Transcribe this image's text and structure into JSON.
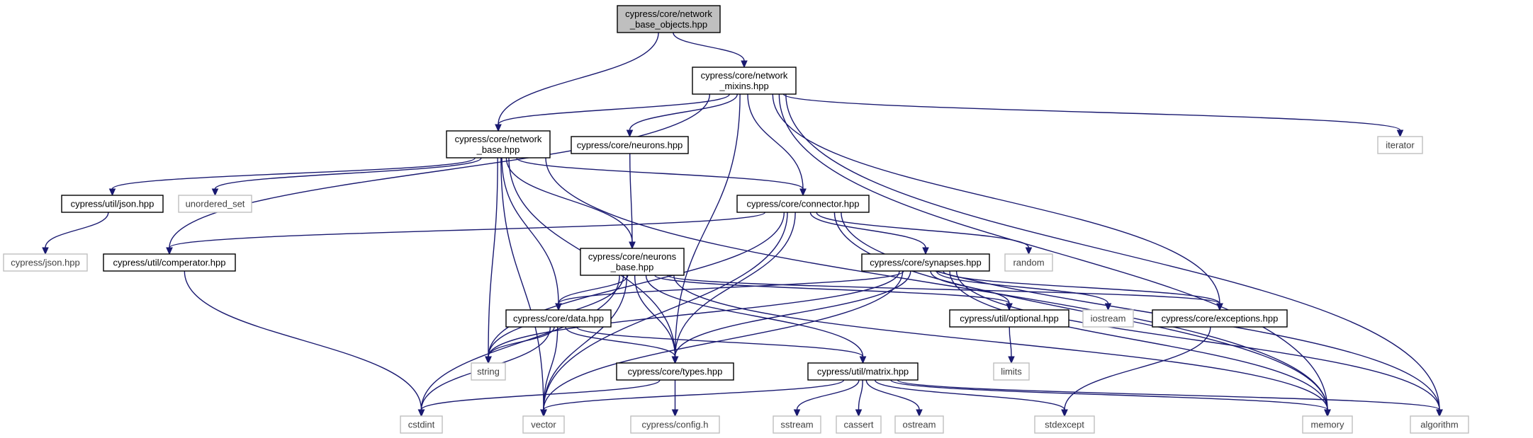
{
  "colors": {
    "edge": "#191970",
    "node_border": "#000000",
    "node_fill": "#ffffff",
    "root_fill": "#bfbfbf",
    "external_border": "#bfbfbf",
    "external_text": "#404040",
    "text": "#000000"
  },
  "nodes": [
    {
      "id": "root",
      "lines": [
        "cypress/core/network",
        "_base_objects.hpp"
      ],
      "kind": "root"
    },
    {
      "id": "mixins",
      "lines": [
        "cypress/core/network",
        "_mixins.hpp"
      ],
      "kind": "internal"
    },
    {
      "id": "netbase",
      "lines": [
        "cypress/core/network",
        "_base.hpp"
      ],
      "kind": "internal"
    },
    {
      "id": "neurons",
      "lines": [
        "cypress/core/neurons.hpp"
      ],
      "kind": "internal"
    },
    {
      "id": "iterator",
      "lines": [
        "iterator"
      ],
      "kind": "external"
    },
    {
      "id": "json",
      "lines": [
        "cypress/util/json.hpp"
      ],
      "kind": "internal"
    },
    {
      "id": "unordered_set",
      "lines": [
        "unordered_set"
      ],
      "kind": "external"
    },
    {
      "id": "connector",
      "lines": [
        "cypress/core/connector.hpp"
      ],
      "kind": "internal"
    },
    {
      "id": "cypress_json",
      "lines": [
        "cypress/json.hpp"
      ],
      "kind": "external"
    },
    {
      "id": "comperator",
      "lines": [
        "cypress/util/comperator.hpp"
      ],
      "kind": "internal"
    },
    {
      "id": "neurons_base",
      "lines": [
        "cypress/core/neurons",
        "_base.hpp"
      ],
      "kind": "internal"
    },
    {
      "id": "synapses",
      "lines": [
        "cypress/core/synapses.hpp"
      ],
      "kind": "internal"
    },
    {
      "id": "random",
      "lines": [
        "random"
      ],
      "kind": "external"
    },
    {
      "id": "data",
      "lines": [
        "cypress/core/data.hpp"
      ],
      "kind": "internal"
    },
    {
      "id": "optional",
      "lines": [
        "cypress/util/optional.hpp"
      ],
      "kind": "internal"
    },
    {
      "id": "iostream",
      "lines": [
        "iostream"
      ],
      "kind": "external"
    },
    {
      "id": "exceptions",
      "lines": [
        "cypress/core/exceptions.hpp"
      ],
      "kind": "internal"
    },
    {
      "id": "string",
      "lines": [
        "string"
      ],
      "kind": "external"
    },
    {
      "id": "types",
      "lines": [
        "cypress/core/types.hpp"
      ],
      "kind": "internal"
    },
    {
      "id": "matrix",
      "lines": [
        "cypress/util/matrix.hpp"
      ],
      "kind": "internal"
    },
    {
      "id": "limits",
      "lines": [
        "limits"
      ],
      "kind": "external"
    },
    {
      "id": "cstdint",
      "lines": [
        "cstdint"
      ],
      "kind": "external"
    },
    {
      "id": "vector",
      "lines": [
        "vector"
      ],
      "kind": "external"
    },
    {
      "id": "config",
      "lines": [
        "cypress/config.h"
      ],
      "kind": "external"
    },
    {
      "id": "sstream",
      "lines": [
        "sstream"
      ],
      "kind": "external"
    },
    {
      "id": "cassert",
      "lines": [
        "cassert"
      ],
      "kind": "external"
    },
    {
      "id": "ostream",
      "lines": [
        "ostream"
      ],
      "kind": "external"
    },
    {
      "id": "stdexcept",
      "lines": [
        "stdexcept"
      ],
      "kind": "external"
    },
    {
      "id": "memory",
      "lines": [
        "memory"
      ],
      "kind": "external"
    },
    {
      "id": "algorithm",
      "lines": [
        "algorithm"
      ],
      "kind": "external"
    }
  ],
  "edges": [
    {
      "from": "root",
      "to": "mixins"
    },
    {
      "from": "root",
      "to": "netbase"
    },
    {
      "from": "mixins",
      "to": "netbase"
    },
    {
      "from": "mixins",
      "to": "neurons"
    },
    {
      "from": "mixins",
      "to": "iterator"
    },
    {
      "from": "mixins",
      "to": "comperator"
    },
    {
      "from": "mixins",
      "to": "types"
    },
    {
      "from": "mixins",
      "to": "connector"
    },
    {
      "from": "mixins",
      "to": "exceptions"
    },
    {
      "from": "mixins",
      "to": "memory"
    },
    {
      "from": "mixins",
      "to": "algorithm"
    },
    {
      "from": "netbase",
      "to": "json"
    },
    {
      "from": "netbase",
      "to": "unordered_set"
    },
    {
      "from": "netbase",
      "to": "connector"
    },
    {
      "from": "netbase",
      "to": "neurons_base"
    },
    {
      "from": "netbase",
      "to": "data"
    },
    {
      "from": "netbase",
      "to": "string"
    },
    {
      "from": "netbase",
      "to": "vector"
    },
    {
      "from": "netbase",
      "to": "types"
    },
    {
      "from": "netbase",
      "to": "memory"
    },
    {
      "from": "neurons",
      "to": "neurons_base"
    },
    {
      "from": "json",
      "to": "cypress_json"
    },
    {
      "from": "connector",
      "to": "comperator"
    },
    {
      "from": "connector",
      "to": "synapses"
    },
    {
      "from": "connector",
      "to": "random"
    },
    {
      "from": "connector",
      "to": "types"
    },
    {
      "from": "connector",
      "to": "string"
    },
    {
      "from": "connector",
      "to": "vector"
    },
    {
      "from": "connector",
      "to": "memory"
    },
    {
      "from": "connector",
      "to": "algorithm"
    },
    {
      "from": "comperator",
      "to": "cstdint"
    },
    {
      "from": "neurons_base",
      "to": "data"
    },
    {
      "from": "neurons_base",
      "to": "types"
    },
    {
      "from": "neurons_base",
      "to": "matrix"
    },
    {
      "from": "neurons_base",
      "to": "optional"
    },
    {
      "from": "neurons_base",
      "to": "exceptions"
    },
    {
      "from": "neurons_base",
      "to": "string"
    },
    {
      "from": "neurons_base",
      "to": "cstdint"
    },
    {
      "from": "neurons_base",
      "to": "vector"
    },
    {
      "from": "neurons_base",
      "to": "memory"
    },
    {
      "from": "synapses",
      "to": "data"
    },
    {
      "from": "synapses",
      "to": "optional"
    },
    {
      "from": "synapses",
      "to": "iostream"
    },
    {
      "from": "synapses",
      "to": "exceptions"
    },
    {
      "from": "synapses",
      "to": "types"
    },
    {
      "from": "synapses",
      "to": "string"
    },
    {
      "from": "synapses",
      "to": "vector"
    },
    {
      "from": "synapses",
      "to": "memory"
    },
    {
      "from": "synapses",
      "to": "algorithm"
    },
    {
      "from": "data",
      "to": "string"
    },
    {
      "from": "data",
      "to": "types"
    },
    {
      "from": "data",
      "to": "matrix"
    },
    {
      "from": "data",
      "to": "cstdint"
    },
    {
      "from": "data",
      "to": "vector"
    },
    {
      "from": "optional",
      "to": "limits"
    },
    {
      "from": "exceptions",
      "to": "stdexcept"
    },
    {
      "from": "types",
      "to": "cstdint"
    },
    {
      "from": "types",
      "to": "config"
    },
    {
      "from": "matrix",
      "to": "vector"
    },
    {
      "from": "matrix",
      "to": "sstream"
    },
    {
      "from": "matrix",
      "to": "cassert"
    },
    {
      "from": "matrix",
      "to": "ostream"
    },
    {
      "from": "matrix",
      "to": "stdexcept"
    },
    {
      "from": "matrix",
      "to": "memory"
    },
    {
      "from": "matrix",
      "to": "algorithm"
    }
  ]
}
